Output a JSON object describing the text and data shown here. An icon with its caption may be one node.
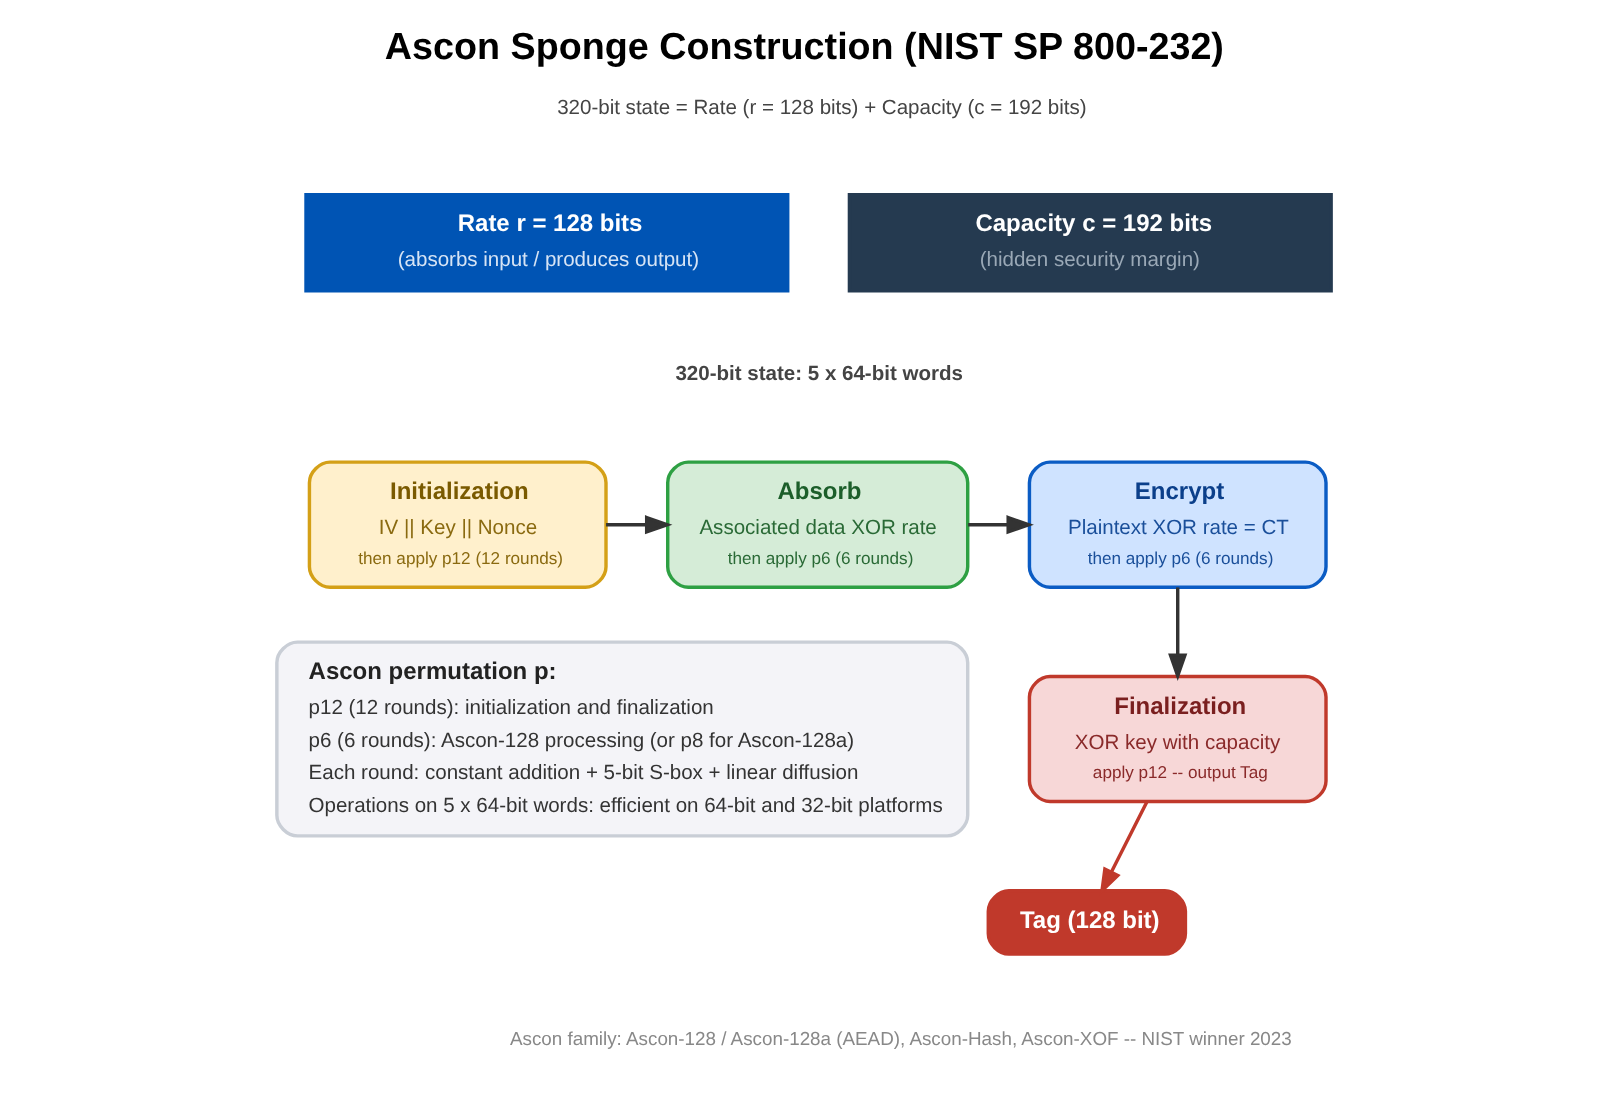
{
  "diagram": {
    "title": "Ascon Sponge Construction (NIST SP 800-232)",
    "caption": "Ascon family: Ascon-128 / Ascon-128a (AEAD), Ascon-Hash, Ascon-XOF -- NIST winner 2023",
    "nodes": [
      {
        "text": [
          "Rate r = 128 bits",
          "(absorbs input / produces output)"
        ]
      },
      {
        "text": [
          "Capacity c = 192 bits",
          "(hidden security margin)"
        ]
      },
      {
        "text": [
          "Initialization",
          "IV || Key || Nonce",
          "then apply p12 (12 rounds)"
        ]
      },
      {
        "text": [
          "Absorb",
          "Associated data XOR rate",
          "then apply p6 (6 rounds)"
        ]
      },
      {
        "text": [
          "Encrypt",
          "Plaintext XOR rate = CT",
          "then apply p6 (6 rounds)"
        ]
      },
      {
        "text": [
          "Finalization",
          "XOR key with capacity",
          "apply p12 -- output Tag"
        ]
      },
      {
        "text": [
          "Tag (128 bit)"
        ]
      },
      {
        "text": [
          "Ascon permutation p:",
          "p12 (12 rounds): initialization and finalization",
          "p6 (6 rounds): Ascon-128 processing (or p8 for Ascon-128a)",
          "Each round: constant addition + 5-bit S-box + linear diffusion",
          "Operations on 5 x 64-bit words: efficient on 64-bit and 32-bit platforms"
        ]
      }
    ],
    "edges": [
      {
        "from": 2,
        "to": 3,
        "arrow": "to"
      },
      {
        "from": 3,
        "to": 4,
        "arrow": "to"
      },
      {
        "from": 4,
        "to": 5,
        "arrow": "to"
      },
      {
        "from": 5,
        "to": 6,
        "arrow": "to",
        "color": "#c0392b"
      }
    ],
    "labels": [
      "320-bit state = Rate (r = 128 bits) + Capacity (c = 192 bits)",
      "320-bit state: 5 x 64-bit words"
    ]
  }
}
